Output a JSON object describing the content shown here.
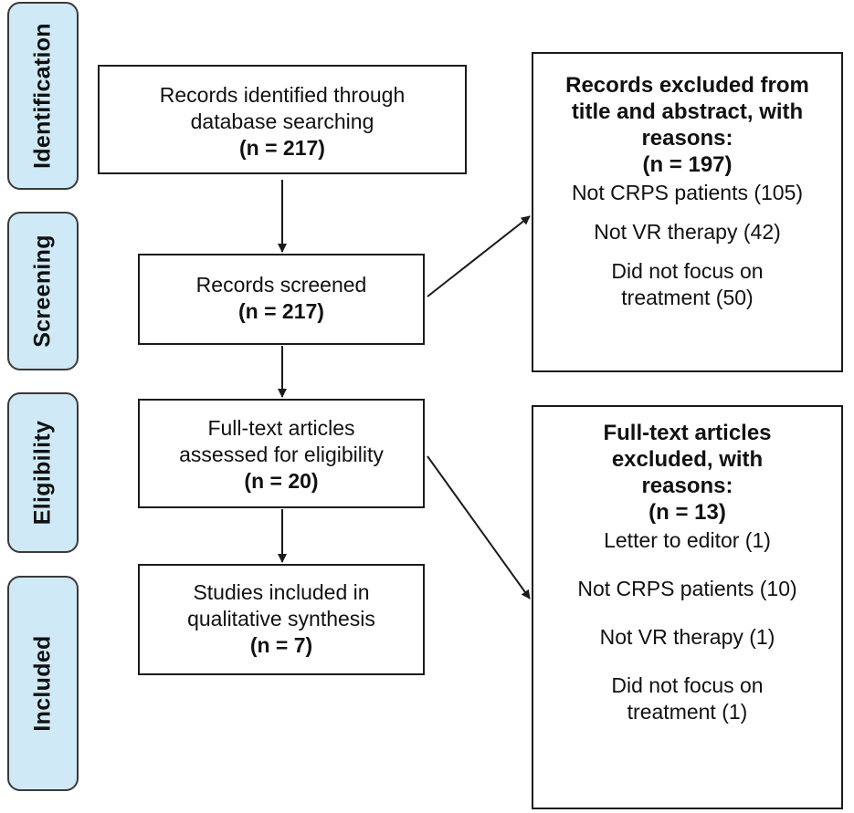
{
  "phases": {
    "identification": "Identification",
    "screening": "Screening",
    "eligibility": "Eligibility",
    "included": "Included"
  },
  "boxes": {
    "identified": {
      "line1": "Records identified through",
      "line2": "database searching",
      "n": "(n = 217)"
    },
    "screened": {
      "line1": "Records screened",
      "n": "(n = 217)"
    },
    "eligibility": {
      "line1": "Full-text articles",
      "line2": "assessed for eligibility",
      "n": "(n =  20)"
    },
    "included": {
      "line1": "Studies included in",
      "line2": "qualitative synthesis",
      "n": "(n = 7)"
    }
  },
  "exclusions": {
    "screening": {
      "heading1": "Records excluded from",
      "heading2": "title and abstract, with",
      "heading3": "reasons:",
      "n": "(n = 197)",
      "reason1": "Not CRPS patients (105)",
      "reason2": "Not VR therapy (42)",
      "reason3a": "Did not focus on",
      "reason3b": "treatment (50)"
    },
    "eligibility": {
      "heading1": "Full-text articles",
      "heading2": "excluded, with",
      "heading3": "reasons:",
      "n": "(n = 13)",
      "reason1": "Letter to editor (1)",
      "reason2": "Not CRPS patients (10)",
      "reason3": "Not VR therapy (1)",
      "reason4a": "Did not focus on",
      "reason4b": "treatment (1)"
    }
  },
  "colors": {
    "phase_fill": "#cfe9f6",
    "border": "#1a1a1a",
    "text": "#111111"
  }
}
